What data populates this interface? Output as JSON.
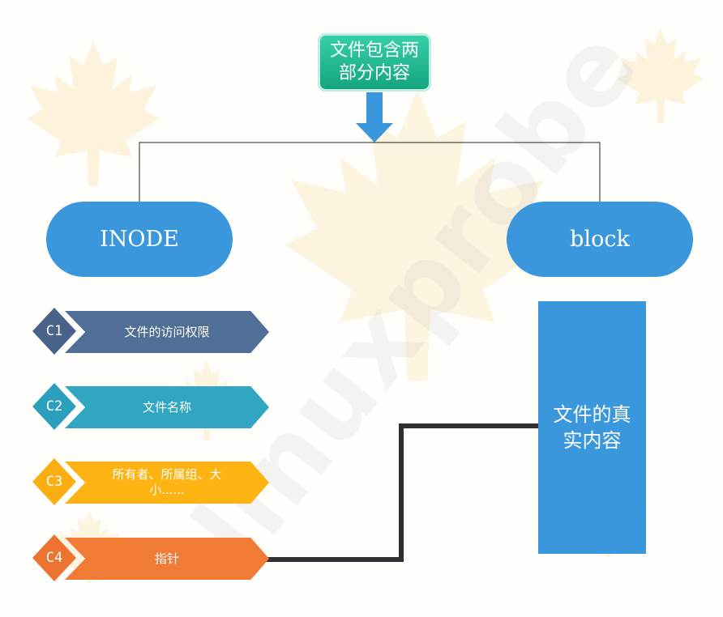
{
  "top": {
    "text": "文件包含两部分内容"
  },
  "inode": {
    "label": "INODE"
  },
  "block": {
    "label": "block",
    "content": "文件的真实内容"
  },
  "items": [
    {
      "code": "C1",
      "text": "文件的访问权限",
      "diamond": "#48628a",
      "bar": "#506e96"
    },
    {
      "code": "C2",
      "text": "文件名称",
      "diamond": "#2c9fbc",
      "bar": "#30a6c2"
    },
    {
      "code": "C3",
      "text": "所有者、所属组、大小......",
      "diamond": "#fbae12",
      "bar": "#fdb312"
    },
    {
      "code": "C4",
      "text": "指针",
      "diamond": "#ec7330",
      "bar": "#ef7b35"
    }
  ],
  "watermark": "linuxprobe",
  "colors": {
    "accent": "#3a97dc",
    "top_box": "#1bb98f",
    "connector": "#303030"
  }
}
